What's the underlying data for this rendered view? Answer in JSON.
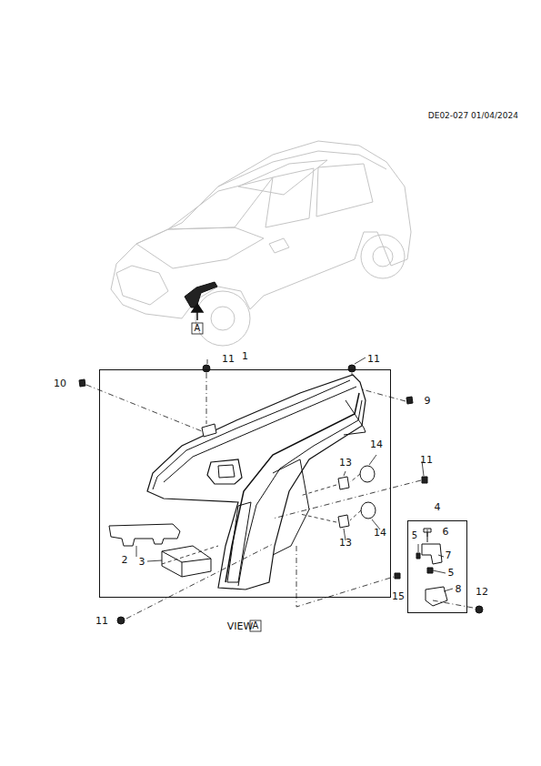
{
  "diagram": {
    "nodes": [
      {
        "text": [
          "1"
        ]
      },
      {
        "text": [
          "4"
        ]
      }
    ],
    "labels": [
      "DE02-027 01/04/2024",
      "A",
      "11",
      "11",
      "10",
      "9",
      "13",
      "14",
      "11",
      "14",
      "13",
      "2",
      "3",
      "5",
      "6",
      "7",
      "5",
      "15",
      "8",
      "12",
      "11",
      "VIEW",
      "A"
    ]
  }
}
